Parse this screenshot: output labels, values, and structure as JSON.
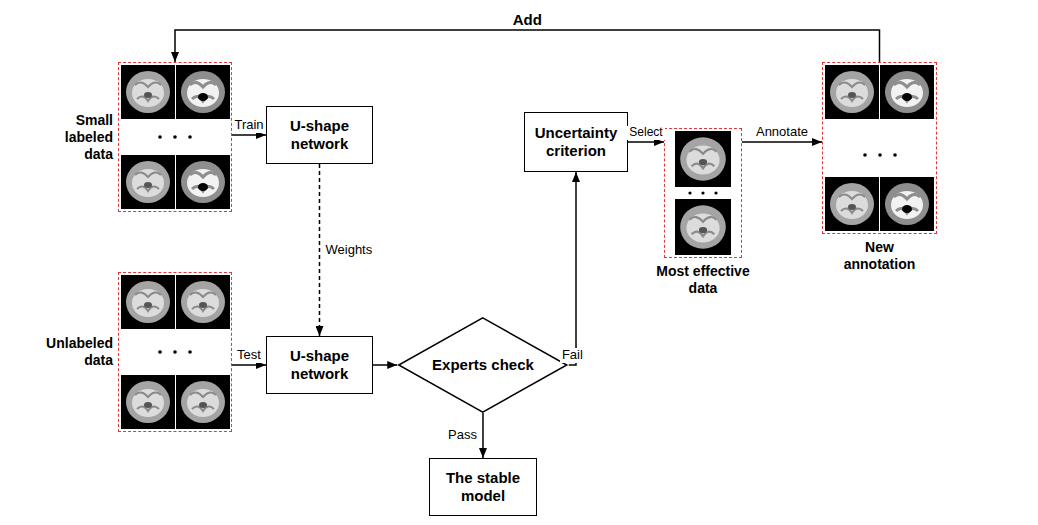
{
  "diagram": {
    "nodes": [
      {
        "text": [
          "Small labeled data"
        ]
      },
      {
        "text": [
          "U-shape network"
        ]
      },
      {
        "text": [
          "Uncertainty criterion"
        ]
      },
      {
        "text": [
          "Most effective data"
        ]
      },
      {
        "text": [
          "New annotation"
        ]
      },
      {
        "text": [
          "Unlabeled data"
        ]
      },
      {
        "text": [
          "U-shape network"
        ]
      },
      {
        "text": [
          "Experts check"
        ]
      },
      {
        "text": [
          "The stable model"
        ]
      }
    ],
    "edges": [
      {
        "from": 0,
        "to": 1,
        "label": "Train",
        "arrow": "to"
      },
      {
        "from": 1,
        "to": 6,
        "label": "Weights",
        "arrow": "to"
      },
      {
        "from": 5,
        "to": 6,
        "label": "Test",
        "arrow": "to"
      },
      {
        "from": 6,
        "to": 7,
        "arrow": "to"
      },
      {
        "from": 7,
        "to": 8,
        "label": "Pass",
        "arrow": "to"
      },
      {
        "from": 7,
        "to": 2,
        "label": "Fail",
        "arrow": "to"
      },
      {
        "from": 2,
        "to": 3,
        "label": "Select",
        "arrow": "to"
      },
      {
        "from": 3,
        "to": 4,
        "label": "Annotate",
        "arrow": "to"
      },
      {
        "from": 4,
        "to": 0,
        "label": "Add",
        "arrow": "to"
      }
    ]
  }
}
